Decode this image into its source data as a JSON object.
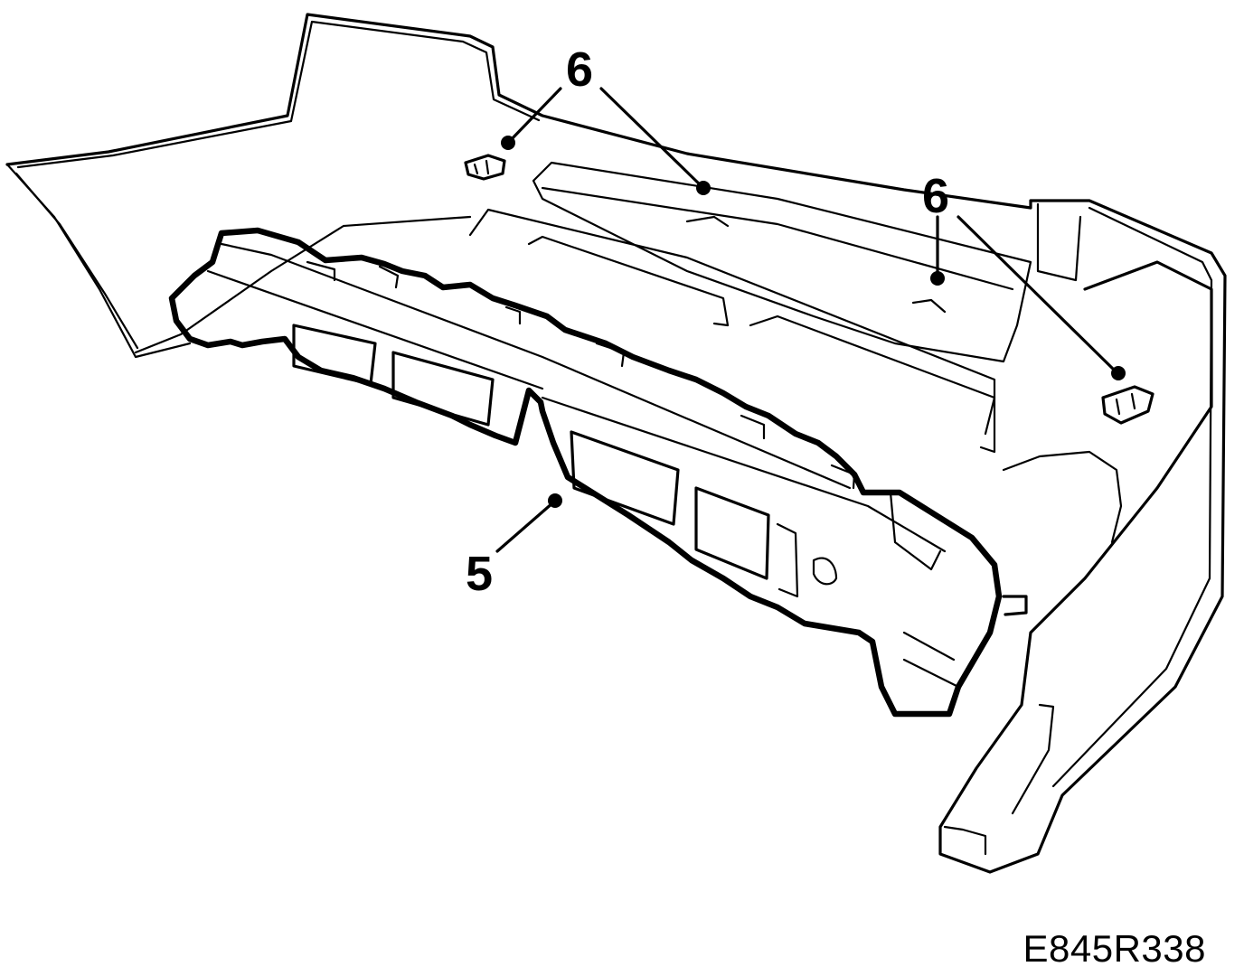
{
  "diagram": {
    "callouts": [
      {
        "id": "c1",
        "label": "6"
      },
      {
        "id": "c2",
        "label": "6"
      },
      {
        "id": "c3",
        "label": "5"
      }
    ],
    "reference_code": "E845R338"
  }
}
